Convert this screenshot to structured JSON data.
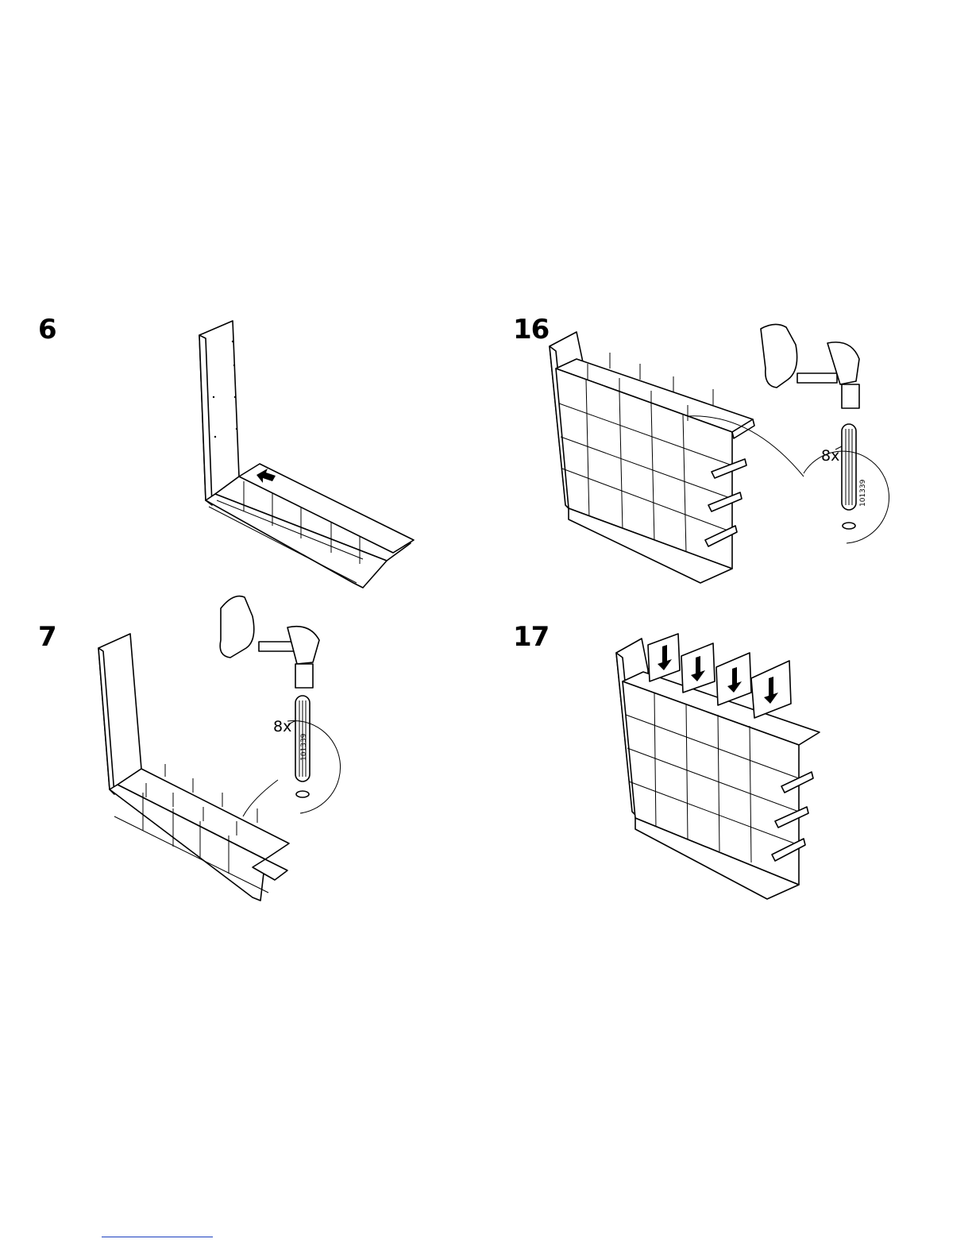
{
  "steps": [
    {
      "number": "6"
    },
    {
      "number": "7",
      "quantity": "8x",
      "part_code": "101339"
    },
    {
      "number": "16",
      "quantity": "8x",
      "part_code": "101339"
    },
    {
      "number": "17"
    }
  ],
  "colors": {
    "ink": "#000000",
    "paper": "#ffffff",
    "footer_rule": "#1a3fbf"
  },
  "icons": [
    "hammer-icon",
    "hand-icon",
    "dowel-icon",
    "arrow-icon"
  ]
}
